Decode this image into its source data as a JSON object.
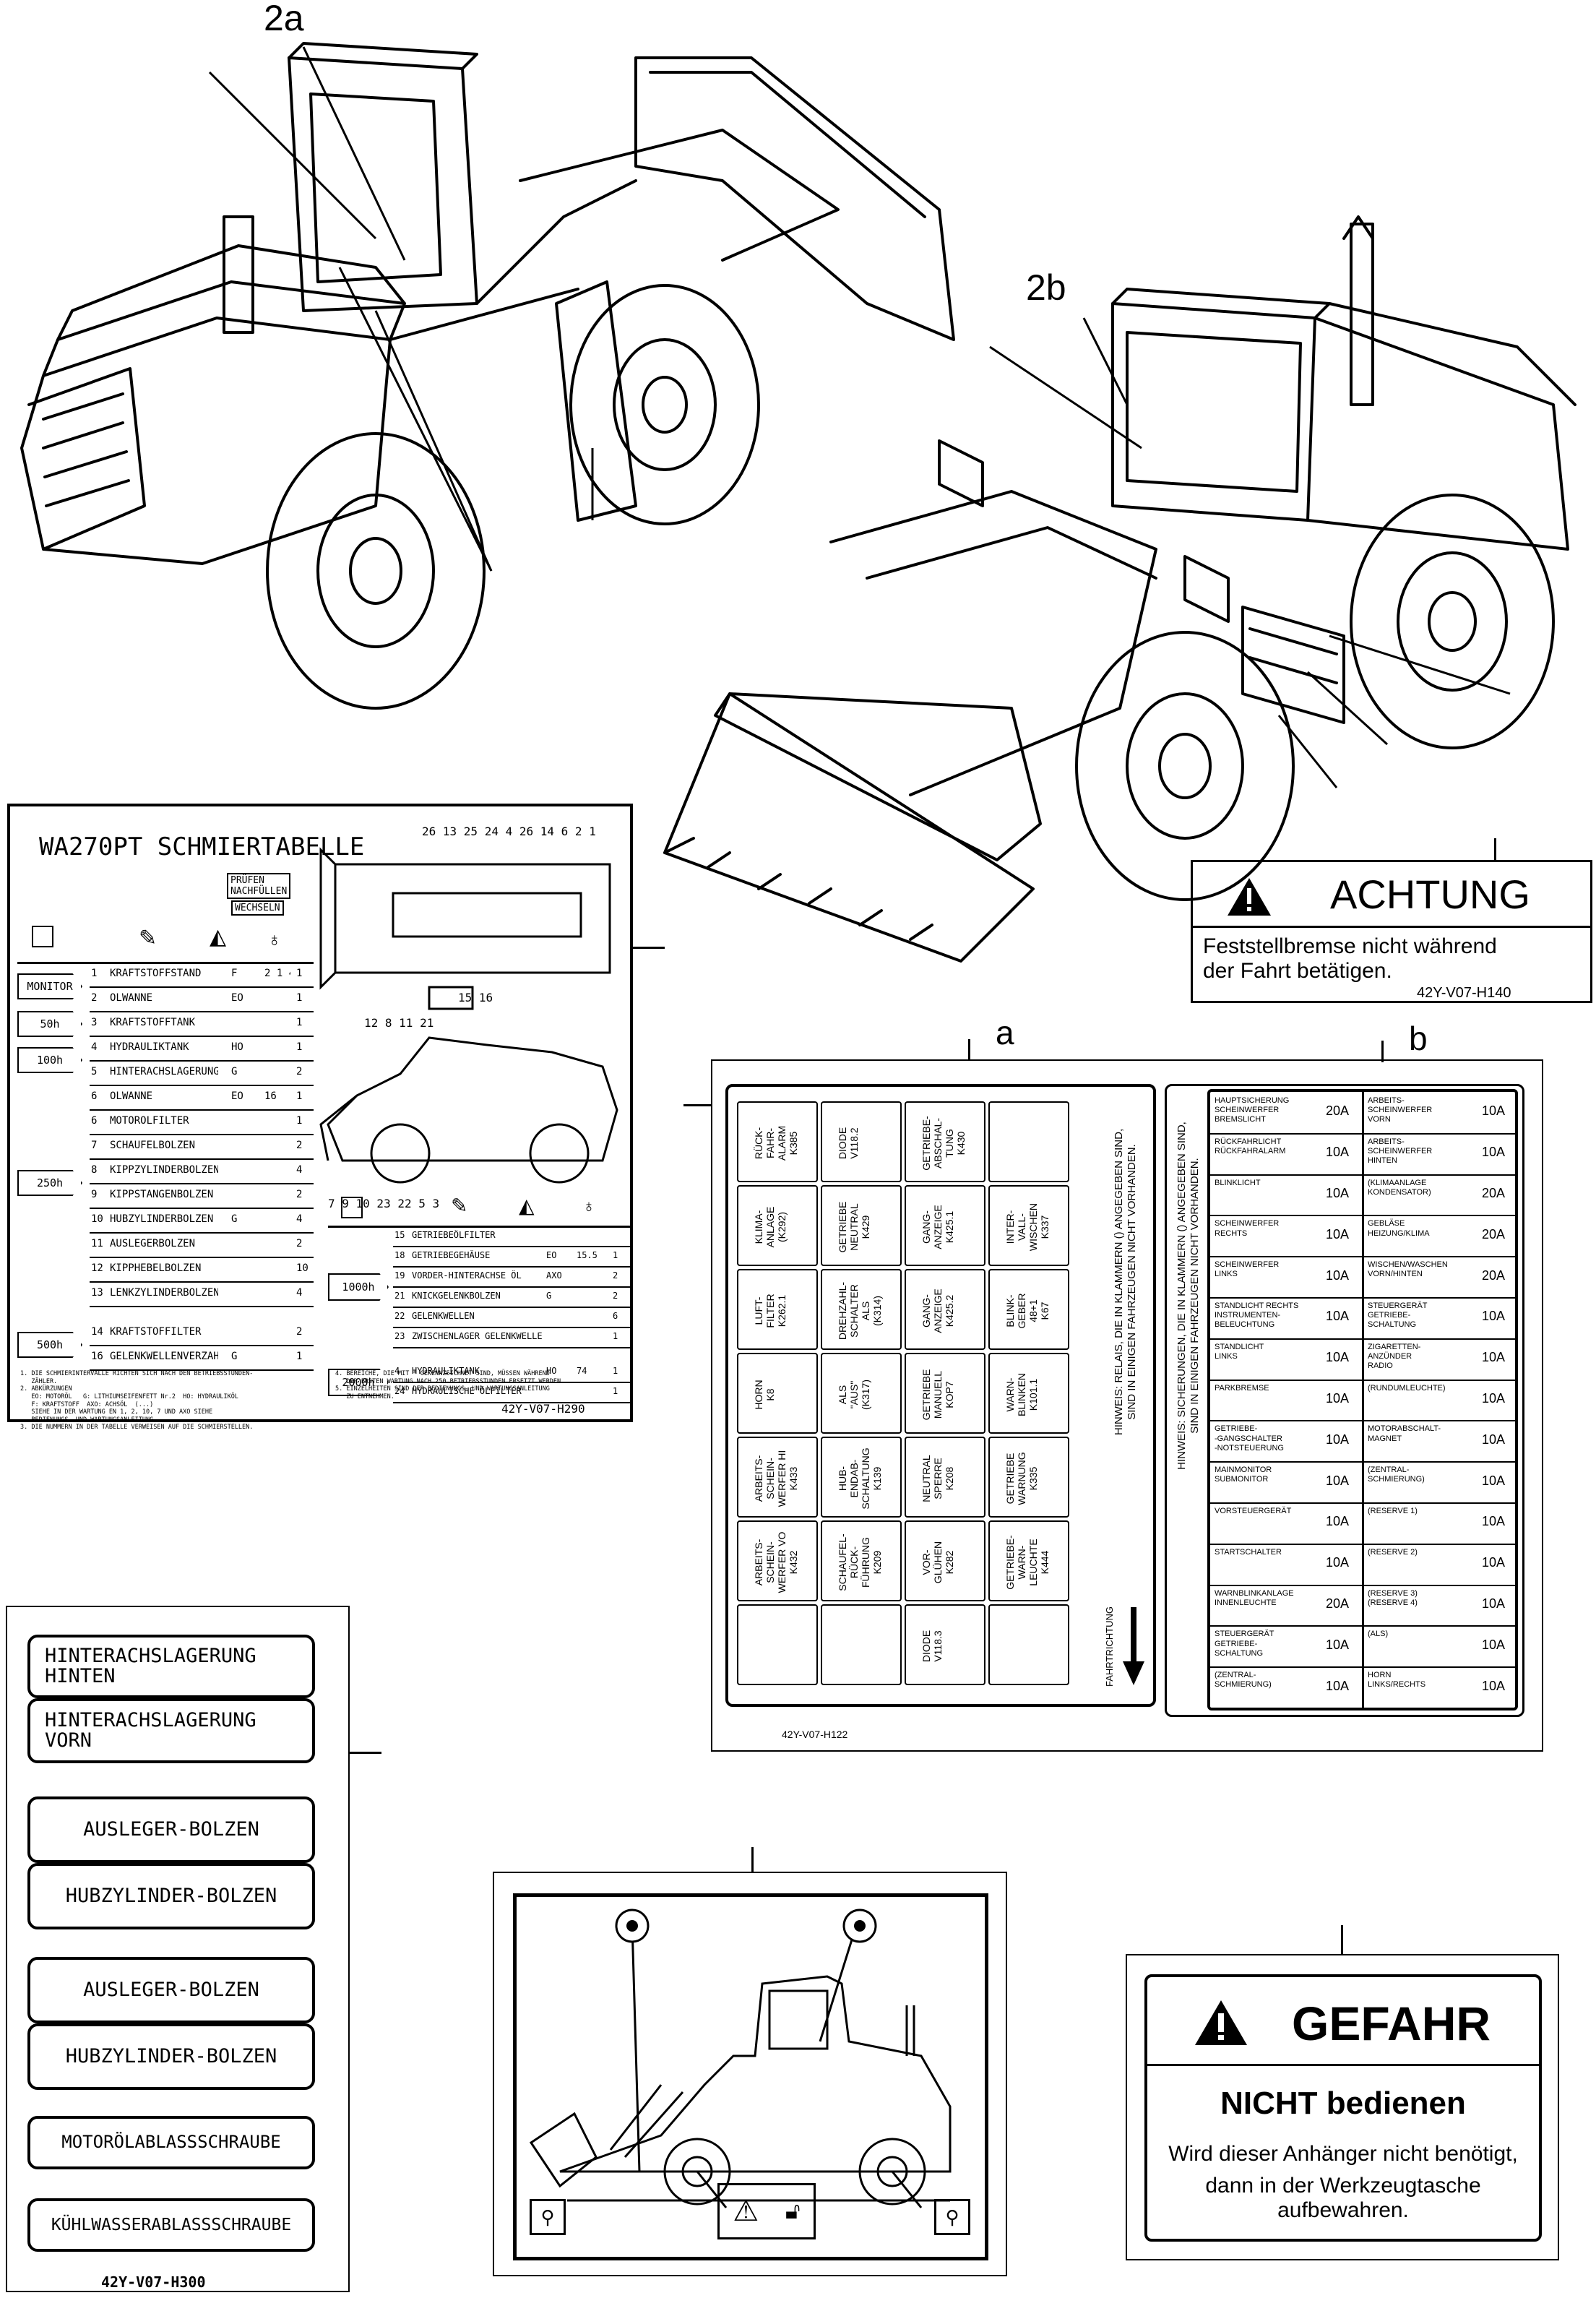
{
  "callouts": {
    "c2a": "2a",
    "c2b": "2b",
    "ca": "a",
    "cb": "b"
  },
  "schmier": {
    "title": "WA270PT SCHMIERTABELLE",
    "legend1": "PRÜFEN\nNACHFÜLLEN",
    "legend2": "WECHSELN",
    "top_nums": "26 13 25 24 4 26 14 6 2 1",
    "mid_nums": "15 16",
    "side_nums_a": "12 8 11 21",
    "side_nums_b": "7 9 10 23 22 5 3",
    "intervals": [
      "MONITOR",
      "50h",
      "100h",
      "250h",
      "500h",
      "1000h",
      "2000h"
    ],
    "rows_left": [
      {
        "n": "1",
        "t": "KRAFTSTOFFSTAND",
        "c": "F",
        "v": "2 1 4",
        "q": "1"
      },
      {
        "n": "2",
        "t": "ÖLWANNE",
        "c": "EO",
        "v": "",
        "q": "1"
      },
      {
        "n": "3",
        "t": "KRAFTSTOFFTANK",
        "c": "",
        "v": "",
        "q": "1"
      },
      {
        "n": "4",
        "t": "HYDRAULIKTANK",
        "c": "HO",
        "v": "",
        "q": "1"
      },
      {
        "n": "5",
        "t": "HINTERACHSLAGERUNG",
        "c": "G",
        "v": "",
        "q": "2"
      },
      {
        "n": "6",
        "t": "ÖLWANNE",
        "c": "EO",
        "v": "16",
        "q": "1"
      },
      {
        "n": "6",
        "t": "MOTORÖLFILTER",
        "c": "",
        "v": "",
        "q": "1"
      },
      {
        "n": "7",
        "t": "SCHAUFELBOLZEN",
        "c": "",
        "v": "",
        "q": "2"
      },
      {
        "n": "8",
        "t": "KIPPZYLINDERBOLZEN",
        "c": "",
        "v": "",
        "q": "4"
      },
      {
        "n": "9",
        "t": "KIPPSTANGENBOLZEN",
        "c": "",
        "v": "",
        "q": "2"
      },
      {
        "n": "10",
        "t": "HUBZYLINDERBOLZEN",
        "c": "G",
        "v": "",
        "q": "4"
      },
      {
        "n": "11",
        "t": "AUSLEGERBOLZEN",
        "c": "",
        "v": "",
        "q": "2"
      },
      {
        "n": "12",
        "t": "KIPPHEBELBOLZEN",
        "c": "",
        "v": "",
        "q": "10"
      },
      {
        "n": "13",
        "t": "LENKZYLINDERBOLZEN",
        "c": "",
        "v": "",
        "q": "4"
      },
      {
        "n": "14",
        "t": "KRAFTSTOFFILTER",
        "c": "",
        "v": "",
        "q": "2"
      },
      {
        "n": "16",
        "t": "GELENKWELLENVERZAHNUNG",
        "c": "G",
        "v": "",
        "q": "1"
      }
    ],
    "rows_right": [
      {
        "n": "15",
        "t": "GETRIEBEÖLFILTER",
        "c": "",
        "v": "",
        "q": ""
      },
      {
        "n": "18",
        "t": "GETRIEBEGEHÄUSE",
        "c": "EO",
        "v": "15.5",
        "q": "1"
      },
      {
        "n": "19",
        "t": "VORDER-HINTERACHSE ÖL",
        "c": "AXO",
        "v": "",
        "q": "2"
      },
      {
        "n": "21",
        "t": "KNICKGELENKBOLZEN",
        "c": "G",
        "v": "",
        "q": "2"
      },
      {
        "n": "22",
        "t": "GELENKWELLEN",
        "c": "",
        "v": "",
        "q": "6"
      },
      {
        "n": "23",
        "t": "ZWISCHENLAGER GELENKWELLE",
        "c": "",
        "v": "",
        "q": "1"
      },
      {
        "n": "4",
        "t": "HYDRAULIKTANK",
        "c": "HO",
        "v": "74",
        "q": "1"
      },
      {
        "n": "24",
        "t": "HYDRAULISCHE ÖLFILTER",
        "c": "",
        "v": "",
        "q": "1"
      }
    ],
    "notes_left": "1. DIE SCHMIERINTERVALLE RICHTEN SICH NACH DEN BETRIEBSSTUNDEN-\n   ZÄHLER.\n2. ABKÜRZUNGEN\n   EO: MOTORÖL   G: LITHIUMSEIFENFETT Nr.2  HO: HYDRAULIKÖL\n   F: KRAFTSTOFF  AXO: ACHSÖL  (...)\n   SIEHE IN DER WARTUNG EN 1, 2, 10, 7 UND AXO SIEHE\n   BEDIENUNGS- UND WARTUNGSANLEITUNG.\n3. DIE NUMMERN IN DER TABELLE VERWEISEN AUF DIE SCHMIERSTELLEN.",
    "notes_right": "4. BEREICHE, DIE MIT * GEKENNZEICHNET SIND, MÜSSEN WÄHREND\n   DER ERSTEN WARTUNG NACH 250 BETRIEBSSTUNDEN ERSETZT WERDEN.\n5. EINZELHEITEN SIND DER BEDIENUNGS- UND WARTUNGSANLEITUNG\n   ZU ENTNEHMEN.",
    "code": "42Y-V07-H290"
  },
  "achtung": {
    "title": "ACHTUNG",
    "line1": "Feststellbremse nicht während",
    "line2": "der Fahrt betätigen.",
    "code": "42Y-V07-H140"
  },
  "fuse_a": {
    "cells": [
      [
        "RÜCK-\nFAHR-\nALARM\nK385",
        "DIODE\nV118.2",
        "GETRIEBE-\nABSCHAL-\nTUNG\nK430",
        ""
      ],
      [
        "KLIMA-\nANLAGE\n(K292)",
        "GETRIEBE\nNEUTRAL\nK429",
        "GANG-\nANZEIGE\nK425.1",
        "INTER-\nVALL-\nWISCHEN\nK337"
      ],
      [
        "LUFT-\nFILTER\nK262.1",
        "DREHZAHL-\nSCHALTER\nALS\n(K314)",
        "GANG-\nANZEIGE\nK425.2",
        "BLINK-\nGEBER\n48+1\nK67"
      ],
      [
        "HORN\nK8",
        "ALS\n\"AUS\"\n(K317)",
        "GETRIEBE\nMANUELL\nKOP7",
        "WARN-\nBLINKEN\nK101.1"
      ],
      [
        "ARBEITS-\nSCHEIN-\nWERFER HI\nK433",
        "HUB-\nENDAB-\nSCHALTUNG\nK139",
        "NEUTRAL\nSPERRE\nK208",
        "GETRIEBE\nWARNUNG\nK335"
      ],
      [
        "ARBEITS-\nSCHEIN-\nWERFER VO\nK432",
        "SCHAUFEL-\nRÜCK-\nFÜHRUNG\nK209",
        "VOR-\nGLÜHEN\nK282",
        "GETRIEBE-\nWARN-\nLEUCHTE\nK444"
      ],
      [
        "",
        "",
        "DIODE\nV118.3",
        ""
      ]
    ],
    "hint": "HINWEIS: RELAIS, DIE IN KLAMMERN () ANGEGEBEN SIND,\nSIND IN EINIGEN FAHRZEUGEN NICHT VORHANDEN.",
    "direction": "FAHRTRICHTUNG",
    "code": "42Y-V07-H122"
  },
  "fuse_b": {
    "hint": "HINWEIS: SICHERUNGEN, DIE IN KLAMMERN () ANGEGEBEN SIND,\nSIND IN EINIGEN FAHRZEUGEN NICHT VORHANDEN.",
    "rows": [
      {
        "l": "HAUPTSICHERUNG\nSCHEINWERFER\nBREMSLICHT",
        "la": "20A",
        "r": "ARBEITS-\nSCHEINWERFER\nVORN",
        "ra": "10A"
      },
      {
        "l": "RÜCKFAHRLICHT\nRÜCKFAHRALARM",
        "la": "10A",
        "r": "ARBEITS-\nSCHEINWERFER\nHINTEN",
        "ra": "10A"
      },
      {
        "l": "BLINKLICHT",
        "la": "10A",
        "r": "(KLIMAANLAGE\nKONDENSATOR)",
        "ra": "20A"
      },
      {
        "l": "SCHEINWERFER\nRECHTS",
        "la": "10A",
        "r": "GEBLÄSE\nHEIZUNG/KLIMA",
        "ra": "20A"
      },
      {
        "l": "SCHEINWERFER\nLINKS",
        "la": "10A",
        "r": "WISCHEN/WASCHEN\nVORN/HINTEN",
        "ra": "20A"
      },
      {
        "l": "STANDLICHT RECHTS\nINSTRUMENTEN-\nBELEUCHTUNG",
        "la": "10A",
        "r": "STEUERGERÄT\nGETRIEBE-\nSCHALTUNG",
        "ra": "10A"
      },
      {
        "l": "STANDLICHT\nLINKS",
        "la": "10A",
        "r": "ZIGARETTEN-\nANZÜNDER\nRADIO",
        "ra": "10A"
      },
      {
        "l": "PARKBREMSE",
        "la": "10A",
        "r": "(RUNDUMLEUCHTE)",
        "ra": "10A"
      },
      {
        "l": "GETRIEBE-\n-GANGSCHALTER\n-NOTSTEUERUNG",
        "la": "10A",
        "r": "MOTORABSCHALT-\nMAGNET",
        "ra": "10A"
      },
      {
        "l": "MAINMONITOR\nSUBMONITOR",
        "la": "10A",
        "r": "(ZENTRAL-\nSCHMIERUNG)",
        "ra": "10A"
      },
      {
        "l": "VORSTEUERGERÄT",
        "la": "10A",
        "r": "(RESERVE 1)",
        "ra": "10A"
      },
      {
        "l": "STARTSCHALTER",
        "la": "10A",
        "r": "(RESERVE 2)",
        "ra": "10A"
      },
      {
        "l": "WARNBLINKANLAGE\nINNENLEUCHTE",
        "la": "20A",
        "r": "(RESERVE 3)\n(RESERVE 4)",
        "ra": "10A"
      },
      {
        "l": "STEUERGERÄT\nGETRIEBE-\nSCHALTUNG",
        "la": "10A",
        "r": "(ALS)",
        "ra": "10A"
      },
      {
        "l": "(ZENTRAL-\nSCHMIERUNG)",
        "la": "10A",
        "r": "HORN\nLINKS/RECHTS",
        "ra": "10A"
      }
    ]
  },
  "stickers": {
    "s1": "HINTERACHSLAGERUNG\nHINTEN",
    "s2": "HINTERACHSLAGERUNG\nVORN",
    "s3": "AUSLEGER-BOLZEN",
    "s4": "HUBZYLINDER-BOLZEN",
    "s5": "AUSLEGER-BOLZEN",
    "s6": "HUBZYLINDER-BOLZEN",
    "s7": "MOTORÖLABLASSSCHRAUBE",
    "s8": "KÜHLWASSERABLASSSCHRAUBE",
    "code": "42Y-V07-H300"
  },
  "gefahr": {
    "title": "GEFAHR",
    "line1": "NICHT bedienen",
    "line2": "Wird dieser Anhänger nicht benötigt,",
    "line3": "dann in der Werkzeugtasche aufbewahren."
  }
}
